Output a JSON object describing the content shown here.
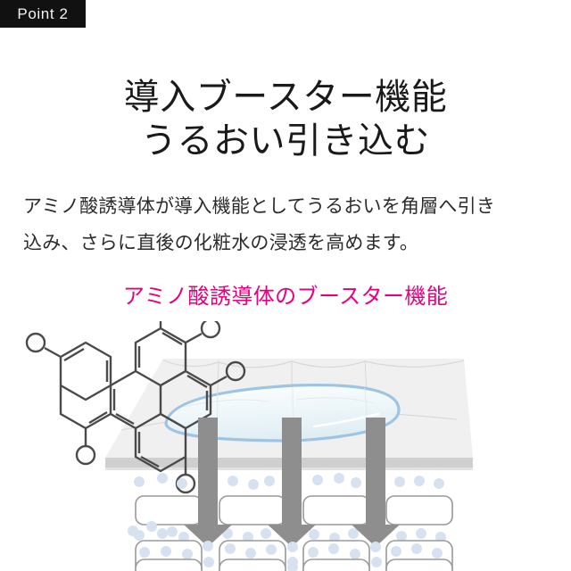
{
  "badge": {
    "label": "Point 2"
  },
  "heading": {
    "line1": "導入ブースター機能",
    "line2": "うるおい引き込む"
  },
  "body": {
    "line1": "アミノ酸誘導体が導入機能としてうるおいを角層へ引き",
    "line2": "込み、さらに直後の化粧水の浸透を高めます。"
  },
  "figure": {
    "caption": "アミノ酸誘導体のブースター機能",
    "caption_color": "#e4007f",
    "elements": {
      "molecule": "amino-acid-derivative-molecule",
      "droplet": "water-droplet",
      "skin_surface": "stratum-corneum-surface",
      "arrows": 3,
      "cell_rows": 3,
      "cells_per_row": 4
    },
    "colors": {
      "arrow": "#8e8e8e",
      "droplet_stroke": "#9ec4e4",
      "droplet_fill": "#eef6fa",
      "cell_stroke": "#9a9a9a",
      "dot": "#d5e1f0",
      "slab_top": "#f0f0f0",
      "slab_edge": "#cfcfcf",
      "molecule_stroke": "#4a4a4a"
    }
  }
}
